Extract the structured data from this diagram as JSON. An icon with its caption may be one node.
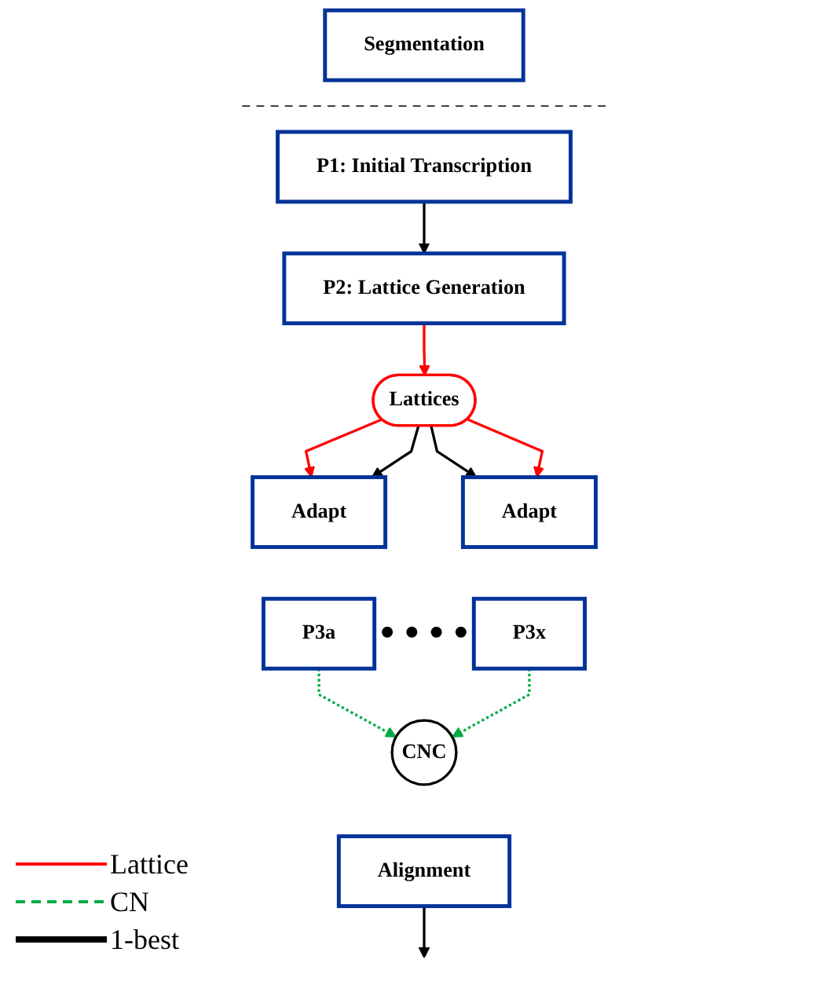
{
  "diagram": {
    "nodes": [
      {
        "text": [
          "Segmentation"
        ]
      },
      {
        "text": [
          "P1: Initial Transcription"
        ]
      },
      {
        "text": [
          "P2: Lattice Generation"
        ]
      },
      {
        "text": [
          "Lattices"
        ]
      },
      {
        "text": [
          "Adapt"
        ]
      },
      {
        "text": [
          "P3a"
        ]
      },
      {
        "text": [
          "Adapt"
        ]
      },
      {
        "text": [
          "P3x"
        ]
      },
      {
        "text": [
          "CNC"
        ]
      },
      {
        "text": [
          "Alignment"
        ]
      }
    ],
    "edges": [
      {
        "from": 1,
        "to": 2,
        "arrow": "to"
      },
      {
        "from": 2,
        "to": 3,
        "arrow": "to",
        "color": "#ff0000"
      },
      {
        "from": 3,
        "to": 4,
        "arrow": "to",
        "color": "#ff0000"
      },
      {
        "from": 3,
        "to": 4,
        "arrow": "to"
      },
      {
        "from": 3,
        "to": 6,
        "arrow": "to"
      },
      {
        "from": 3,
        "to": 6,
        "arrow": "to",
        "color": "#ff0000"
      },
      {
        "from": 5,
        "to": 8,
        "arrow": "to",
        "style": "dashed",
        "color": "#00aa44"
      },
      {
        "from": 7,
        "to": 8,
        "arrow": "to",
        "style": "dashed",
        "color": "#00aa44"
      },
      {
        "from": 9,
        "to": null,
        "arrow": "to"
      }
    ],
    "labels": [
      "• • • •"
    ],
    "legend": [
      {
        "text": "Lattice"
      },
      {
        "text": "CN"
      },
      {
        "text": "1-best"
      }
    ]
  }
}
